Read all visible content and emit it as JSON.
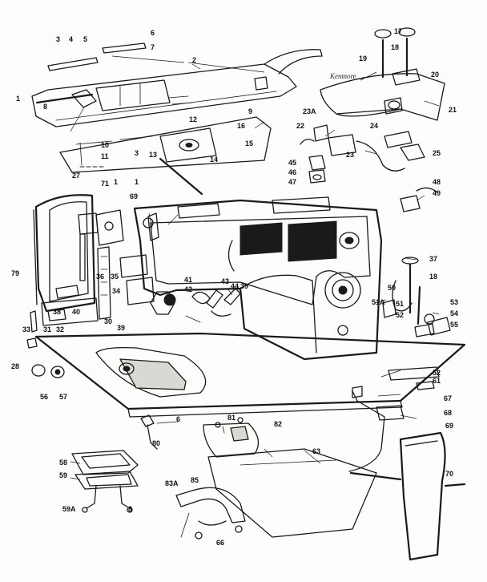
{
  "diagram": {
    "colors": {
      "ink": "#1a1a1a",
      "paper": "#fdfdfb",
      "shade": "#d9d9d4"
    },
    "brand_script": "Kenmore",
    "callouts": [
      {
        "id": "c-3",
        "text": "3"
      },
      {
        "id": "c-4",
        "text": "4"
      },
      {
        "id": "c-5",
        "text": "5"
      },
      {
        "id": "c-6",
        "text": "6"
      },
      {
        "id": "c-7",
        "text": "7"
      },
      {
        "id": "c-2",
        "text": "2"
      },
      {
        "id": "c-1",
        "text": "1"
      },
      {
        "id": "c-8",
        "text": "8"
      },
      {
        "id": "c-9",
        "text": "9"
      },
      {
        "id": "c-12",
        "text": "12"
      },
      {
        "id": "c-16",
        "text": "16"
      },
      {
        "id": "c-15",
        "text": "15"
      },
      {
        "id": "c-10",
        "text": "10"
      },
      {
        "id": "c-11",
        "text": "11"
      },
      {
        "id": "c-3b",
        "text": "3"
      },
      {
        "id": "c-13",
        "text": "13"
      },
      {
        "id": "c-14",
        "text": "14"
      },
      {
        "id": "c-27",
        "text": "27"
      },
      {
        "id": "c-1b",
        "text": "1"
      },
      {
        "id": "c-17",
        "text": "17"
      },
      {
        "id": "c-18",
        "text": "18"
      },
      {
        "id": "c-19",
        "text": "19"
      },
      {
        "id": "c-20",
        "text": "20"
      },
      {
        "id": "c-21",
        "text": "21"
      },
      {
        "id": "c-23a",
        "text": "23A"
      },
      {
        "id": "c-22",
        "text": "22"
      },
      {
        "id": "c-24",
        "text": "24"
      },
      {
        "id": "c-23",
        "text": "23"
      },
      {
        "id": "c-25",
        "text": "25"
      },
      {
        "id": "c-45",
        "text": "45"
      },
      {
        "id": "c-46",
        "text": "46"
      },
      {
        "id": "c-47",
        "text": "47"
      },
      {
        "id": "c-48",
        "text": "48"
      },
      {
        "id": "c-49",
        "text": "49"
      },
      {
        "id": "c-71",
        "text": "71"
      },
      {
        "id": "c-69",
        "text": "69"
      },
      {
        "id": "c-1c",
        "text": "1"
      },
      {
        "id": "c-37",
        "text": "37"
      },
      {
        "id": "c-18b",
        "text": "18"
      },
      {
        "id": "c-50",
        "text": "50"
      },
      {
        "id": "c-51a",
        "text": "51A"
      },
      {
        "id": "c-51",
        "text": "51"
      },
      {
        "id": "c-52",
        "text": "52"
      },
      {
        "id": "c-53",
        "text": "53"
      },
      {
        "id": "c-54",
        "text": "54"
      },
      {
        "id": "c-55",
        "text": "55"
      },
      {
        "id": "c-79",
        "text": "79"
      },
      {
        "id": "c-36",
        "text": "36"
      },
      {
        "id": "c-35",
        "text": "35"
      },
      {
        "id": "c-34",
        "text": "34"
      },
      {
        "id": "c-38",
        "text": "38"
      },
      {
        "id": "c-40",
        "text": "40"
      },
      {
        "id": "c-41",
        "text": "41"
      },
      {
        "id": "c-42",
        "text": "42"
      },
      {
        "id": "c-43",
        "text": "43"
      },
      {
        "id": "c-44",
        "text": "44"
      },
      {
        "id": "c-39",
        "text": "39"
      },
      {
        "id": "c-30",
        "text": "30"
      },
      {
        "id": "c-31",
        "text": "31"
      },
      {
        "id": "c-32",
        "text": "32"
      },
      {
        "id": "c-33",
        "text": "33"
      },
      {
        "id": "c-39b",
        "text": "39"
      },
      {
        "id": "c-28",
        "text": "28"
      },
      {
        "id": "c-56",
        "text": "56"
      },
      {
        "id": "c-57",
        "text": "57"
      },
      {
        "id": "c-52b",
        "text": "52"
      },
      {
        "id": "c-61",
        "text": "61"
      },
      {
        "id": "c-67",
        "text": "67"
      },
      {
        "id": "c-68",
        "text": "68"
      },
      {
        "id": "c-69b",
        "text": "69"
      },
      {
        "id": "c-81",
        "text": "81"
      },
      {
        "id": "c-82",
        "text": "82"
      },
      {
        "id": "c-6b",
        "text": "6"
      },
      {
        "id": "c-80",
        "text": "80"
      },
      {
        "id": "c-63",
        "text": "63"
      },
      {
        "id": "c-58",
        "text": "58"
      },
      {
        "id": "c-59",
        "text": "59"
      },
      {
        "id": "c-83a",
        "text": "83A"
      },
      {
        "id": "c-85",
        "text": "85"
      },
      {
        "id": "c-59a",
        "text": "59A"
      },
      {
        "id": "c-8b",
        "text": "8"
      },
      {
        "id": "c-70",
        "text": "70"
      },
      {
        "id": "c-66",
        "text": "66"
      }
    ]
  }
}
